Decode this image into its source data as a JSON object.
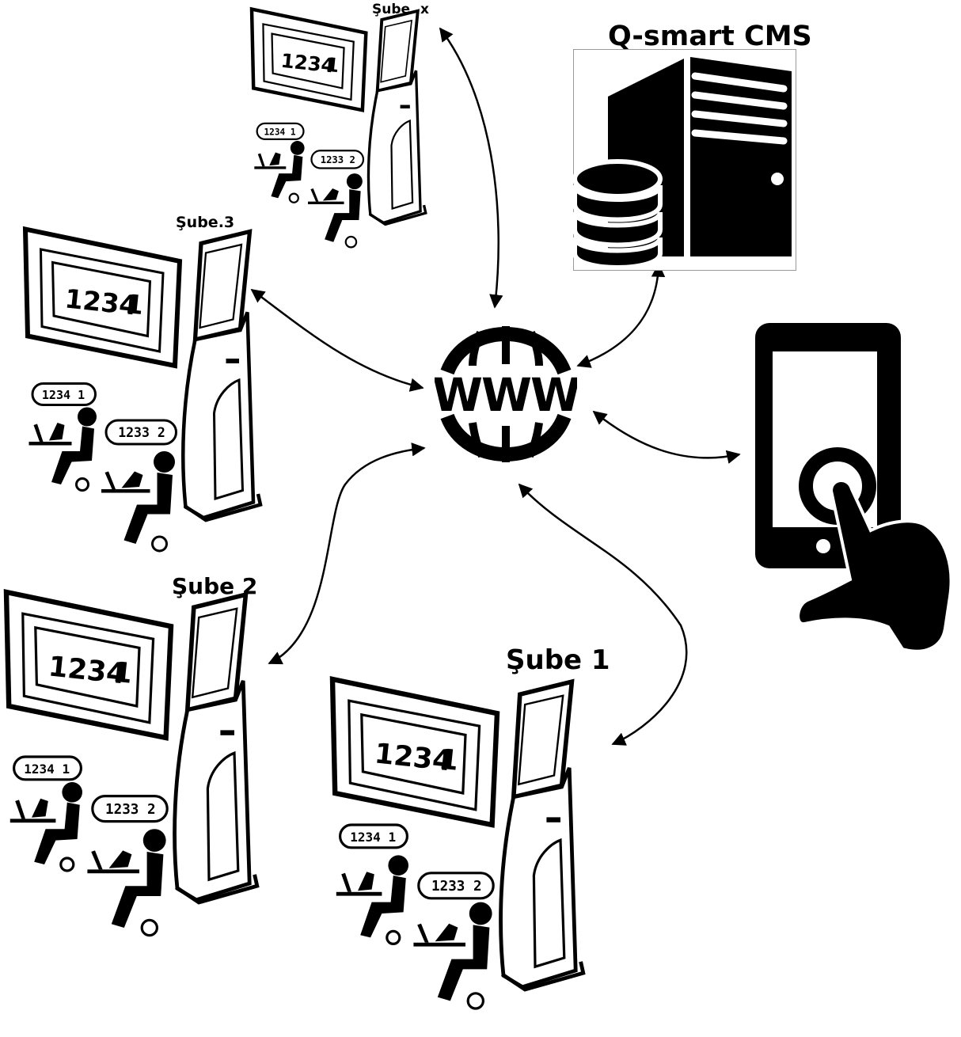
{
  "cms": {
    "title": "Q-smart CMS",
    "icon": "server-database-icon"
  },
  "hub": {
    "label": "WWW",
    "icon": "globe-www-icon"
  },
  "mobile": {
    "icon": "smartphone-touch-icon"
  },
  "colors": {
    "ink": "#000000",
    "background": "#ffffff"
  },
  "branches": [
    {
      "key": "subex",
      "title": "Şube..x",
      "display": {
        "ticket": "1234",
        "counter": "1"
      },
      "bubbles": [
        {
          "ticket": "1234",
          "counter": "1"
        },
        {
          "ticket": "1233",
          "counter": "2"
        }
      ]
    },
    {
      "key": "sube3",
      "title": "Şube.3",
      "display": {
        "ticket": "1234",
        "counter": "1"
      },
      "bubbles": [
        {
          "ticket": "1234",
          "counter": "1"
        },
        {
          "ticket": "1233",
          "counter": "2"
        }
      ]
    },
    {
      "key": "sube2",
      "title": "Şube 2",
      "display": {
        "ticket": "1234",
        "counter": "1"
      },
      "bubbles": [
        {
          "ticket": "1234",
          "counter": "1"
        },
        {
          "ticket": "1233",
          "counter": "2"
        }
      ]
    },
    {
      "key": "sube1",
      "title": "Şube 1",
      "display": {
        "ticket": "1234",
        "counter": "1"
      },
      "bubbles": [
        {
          "ticket": "1234",
          "counter": "1"
        },
        {
          "ticket": "1233",
          "counter": "2"
        }
      ]
    }
  ]
}
